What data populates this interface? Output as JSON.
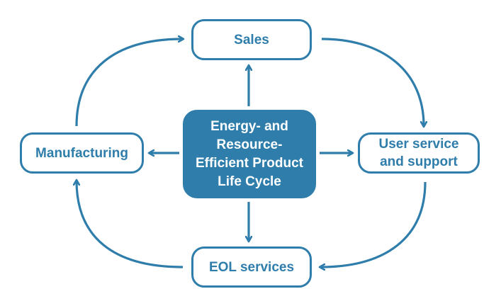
{
  "colors": {
    "accent": "#2e7dab",
    "center_text": "#ffffff",
    "node_fill": "#ffffff"
  },
  "center": {
    "label": "Energy- and\nResource-\nEfficient Product\nLife Cycle"
  },
  "nodes": {
    "sales": "Sales",
    "manufacturing": "Manufacturing",
    "user_service": "User service\nand support",
    "eol": "EOL services"
  }
}
